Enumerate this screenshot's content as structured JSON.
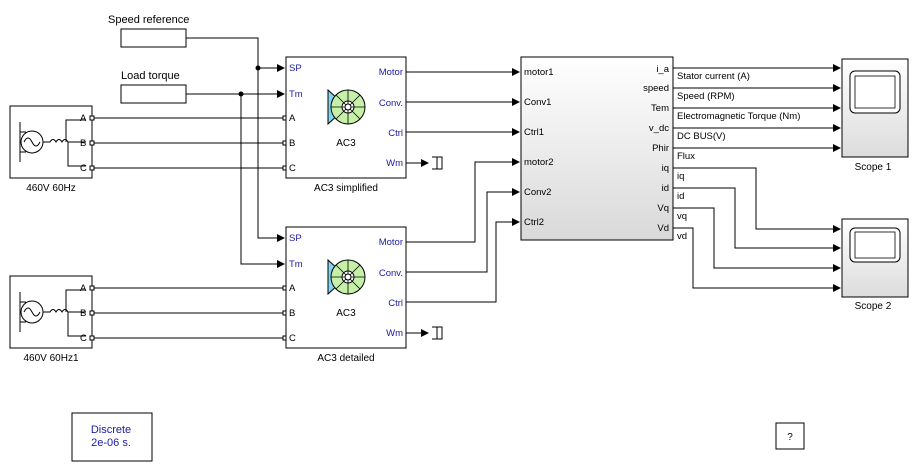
{
  "inputs": {
    "speed_reference": "Speed reference",
    "load_torque": "Load torque"
  },
  "sources": [
    {
      "name": "460V 60Hz",
      "ports": [
        "A",
        "B",
        "C"
      ]
    },
    {
      "name": "460V 60Hz1",
      "ports": [
        "A",
        "B",
        "C"
      ]
    }
  ],
  "drives": [
    {
      "caption": "AC3 simplified",
      "center": "AC3",
      "inputs": [
        "SP",
        "Tm",
        "A",
        "B",
        "C"
      ],
      "outputs": [
        "Motor",
        "Conv.",
        "Ctrl",
        "Wm"
      ]
    },
    {
      "caption": "AC3 detailed",
      "center": "AC3",
      "inputs": [
        "SP",
        "Tm",
        "A",
        "B",
        "C"
      ],
      "outputs": [
        "Motor",
        "Conv.",
        "Ctrl",
        "Wm"
      ]
    }
  ],
  "selector": {
    "inputs": [
      "motor1",
      "Conv1",
      "Ctrl1",
      "motor2",
      "Conv2",
      "Ctrl2"
    ],
    "outputs": [
      "i_a",
      "speed",
      "Tem",
      "v_dc",
      "Phir",
      "iq",
      "id",
      "Vq",
      "Vd"
    ]
  },
  "signals": [
    "Stator current (A)",
    "Speed (RPM)",
    "Electromagnetic Torque (Nm)",
    "DC BUS(V)",
    "Flux",
    "iq",
    "id",
    "vq",
    "vd"
  ],
  "scopes": [
    "Scope 1",
    "Scope 2"
  ],
  "powergui": {
    "line1": "Discrete",
    "line2": "2e-06 s."
  },
  "help_label": "?",
  "colors": {
    "wire": "#000000",
    "port_text": "#1a1aa6",
    "motor_fill": "#7fd6f0",
    "rotor_fill": "#c6f0a8",
    "powergui_text": "#1a1aa6"
  }
}
